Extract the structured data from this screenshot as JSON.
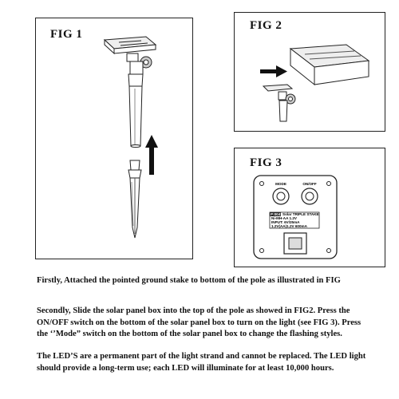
{
  "figures": {
    "fig1": {
      "label": "FIG  1"
    },
    "fig2": {
      "label": "FIG  2"
    },
    "fig3": {
      "label": "FIG  3",
      "mode_label": "MODE",
      "onoff_label": "ON/OFF",
      "spec_tag": "P:0041",
      "spec_line1": "Solar TRIPLE STAKE",
      "spec_line2": "Ni-MH-AA 1.2V",
      "spec_line3": "INPUT: 6V/25mA",
      "spec_line4": "1.2V(AA)1.2V 600mA"
    }
  },
  "instructions": {
    "p1": "Firstly, Attached the pointed ground stake to bottom of the pole as illustrated in FIG",
    "p2": "Secondly, Slide the solar panel box into the top of the pole as showed in FIG2. Press the ON/OFF switch on the bottom of the solar panel box to turn on the light (see FIG 3). Press the ‘’Mode” switch on the bottom of the solar panel box to change the flashing styles.",
    "p3": "The LED’S are a permanent part of the light strand and cannot be replaced. The LED light should provide a long-term use; each LED will illuminate for at least 10,000 hours."
  },
  "colors": {
    "line": "#222222",
    "panel_fill": "#e8e8e8",
    "border": "#222222"
  }
}
